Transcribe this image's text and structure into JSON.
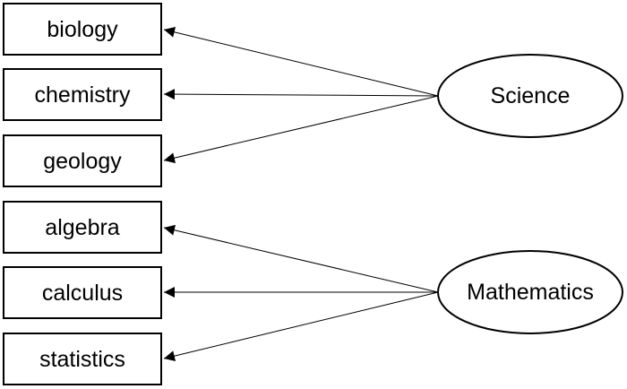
{
  "diagram": {
    "type": "factor-model",
    "factors": [
      {
        "label": "Science",
        "indicators": [
          "biology",
          "chemistry",
          "geology"
        ]
      },
      {
        "label": "Mathematics",
        "indicators": [
          "algebra",
          "calculus",
          "statistics"
        ]
      }
    ],
    "colors": {
      "stroke": "#000000",
      "background": "#ffffff",
      "text": "#000000"
    }
  }
}
